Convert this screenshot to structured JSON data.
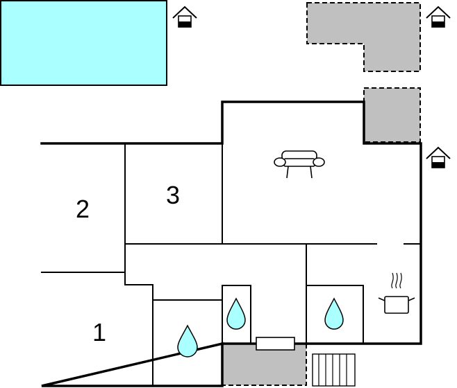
{
  "rooms": {
    "bedroom_1": {
      "label": "1"
    },
    "bedroom_2": {
      "label": "2"
    },
    "bedroom_3": {
      "label": "3"
    }
  },
  "colors": {
    "pool": "#aaffff",
    "terrace": "#c0c0c0",
    "water": "#aaffff",
    "wall": "#000000"
  },
  "icons": {
    "outdoor_markers": [
      "house-entrance-icon",
      "house-entrance-icon",
      "house-entrance-icon"
    ],
    "living_room": "sofa-icon",
    "kitchen": "cooking-pot-icon",
    "bathrooms": [
      "water-drop-icon",
      "water-drop-icon",
      "water-drop-icon"
    ],
    "bathroom_fixture": "sink-icon",
    "stairs": "stairs-icon"
  }
}
